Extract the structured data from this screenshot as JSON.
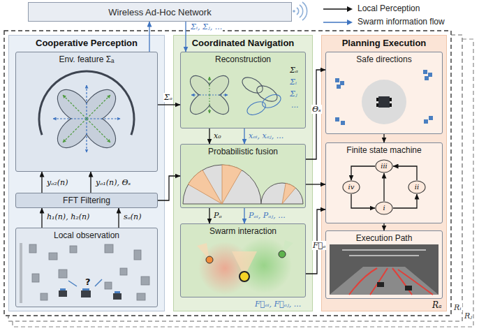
{
  "diagram": {
    "nodes": [
      {
        "text": [
          "Wireless Ad-Hoc Network"
        ]
      },
      {
        "text": [
          "Cooperative Perception"
        ]
      },
      {
        "text": [
          "Env. feature Σₐ"
        ],
        "in": 1
      },
      {
        "text": [
          "FFT Filtering"
        ],
        "in": 1
      },
      {
        "text": [
          "Local observation"
        ],
        "in": 1
      },
      {
        "text": [
          "Coordinated Navigation"
        ]
      },
      {
        "text": [
          "Reconstruction"
        ],
        "in": 5
      },
      {
        "text": [
          "Probabilistic fusion"
        ],
        "in": 5
      },
      {
        "text": [
          "Swarm interaction"
        ],
        "in": 5
      },
      {
        "text": [
          "Planning Execution"
        ]
      },
      {
        "text": [
          "Safe directions"
        ],
        "in": 9
      },
      {
        "text": [
          "Finite state machine"
        ],
        "in": 9
      },
      {
        "text": [
          "iii"
        ],
        "in": 11
      },
      {
        "text": [
          "iv"
        ],
        "in": 11
      },
      {
        "text": [
          "ii"
        ],
        "in": 11
      },
      {
        "text": [
          "i"
        ],
        "in": 11
      },
      {
        "text": [
          "Execution Path"
        ],
        "in": 9
      }
    ],
    "edges": [
      {
        "from": 4,
        "to": 3,
        "arrow": "to",
        "label": "h₁(n), h₂(n)"
      },
      {
        "from": 4,
        "to": 3,
        "arrow": "to",
        "label": "sₐ(n)"
      },
      {
        "from": 3,
        "to": 2,
        "arrow": "to",
        "label": "yₐ₂(n)"
      },
      {
        "from": 3,
        "to": 2,
        "arrow": "to",
        "label": "yₐ₁(n), Θₛ"
      },
      {
        "from": 2,
        "to": 6,
        "arrow": "to",
        "label": "Σₐ"
      },
      {
        "from": 2,
        "to": 0,
        "arrow": "to"
      },
      {
        "from": 0,
        "to": 6,
        "arrow": "to",
        "label": "Σᵢ, Σⱼ, ..."
      },
      {
        "from": 6,
        "to": 7,
        "arrow": "to",
        "label": "x₀"
      },
      {
        "from": 6,
        "to": 7,
        "arrow": "to",
        "label": "xₐᵢ, xₐⱼ, ..."
      },
      {
        "from": 7,
        "to": 8,
        "arrow": "to",
        "label": "Pₐ"
      },
      {
        "from": 7,
        "to": 8,
        "arrow": "to",
        "label": "Pₐᵢ, Pₐⱼ, ..."
      },
      {
        "from": 3,
        "to": 7,
        "arrow": "to"
      },
      {
        "from": 7,
        "to": 10,
        "arrow": "to",
        "label": "Θₛ"
      },
      {
        "from": 7,
        "to": 11,
        "arrow": "to"
      },
      {
        "from": 8,
        "to": 11,
        "arrow": "to",
        "label": "F⃗ₐ"
      },
      {
        "from": 10,
        "to": 11,
        "arrow": "to"
      },
      {
        "from": 11,
        "to": 16,
        "arrow": "to"
      },
      {
        "from": 15,
        "to": 14,
        "arrow": "to"
      },
      {
        "from": 14,
        "to": 12,
        "arrow": "to"
      },
      {
        "from": 12,
        "to": 13,
        "arrow": "to"
      },
      {
        "from": 13,
        "to": 15,
        "arrow": "to"
      },
      {
        "from": 15,
        "to": 12,
        "arrow": "to"
      }
    ],
    "labels": [
      "Σₐ",
      "Σᵢ",
      "Σⱼ",
      "...",
      "F⃗ₐᵢ, F⃗ₐⱼ, ...",
      "?",
      "Rₐ",
      "Rᵢ",
      "Rⱼ"
    ],
    "legend": [
      {
        "text": "Local Perception"
      },
      {
        "text": "Swarm information flow"
      }
    ]
  }
}
